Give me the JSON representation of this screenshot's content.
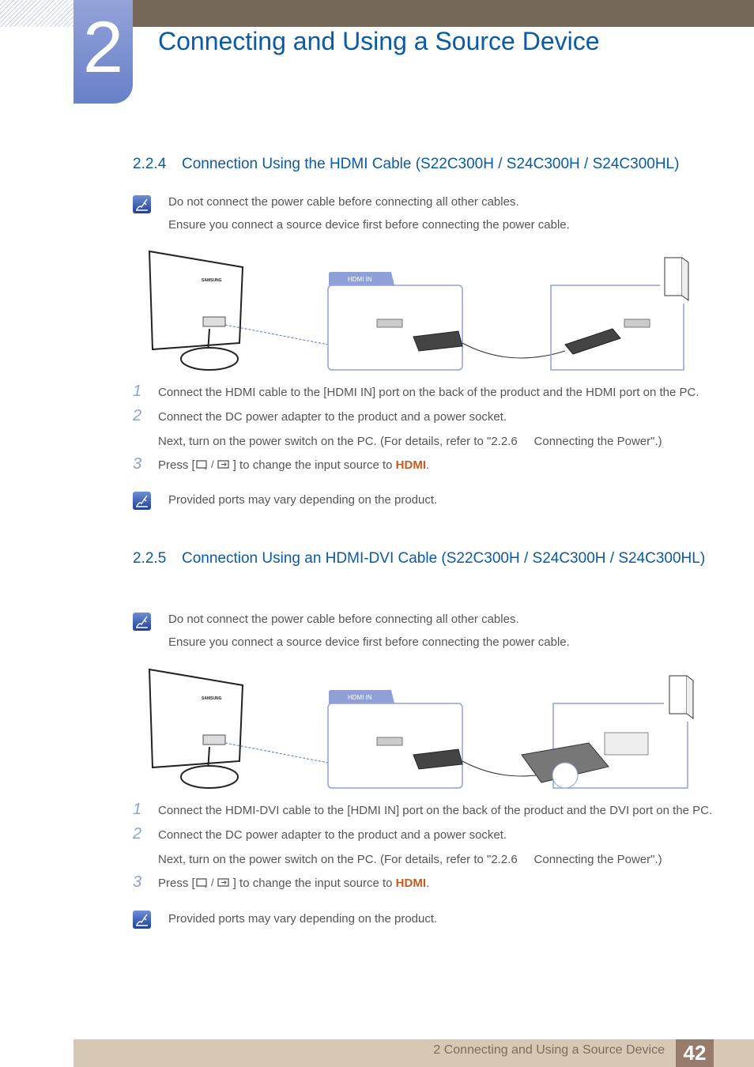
{
  "chapter": {
    "number": "2",
    "title": "Connecting and Using a Source Device"
  },
  "sections": [
    {
      "number": "2.2.4",
      "title": "Connection Using the HDMI Cable (S22C300H / S24C300H / S24C300HL)",
      "notes": [
        "Do not connect the power cable before connecting all other cables.",
        "Ensure you connect a source device first before connecting the power cable."
      ],
      "diagram": {
        "port_label": "HDMI IN",
        "brand": "SAMSUNG"
      },
      "steps": [
        {
          "n": "1",
          "text": "Connect the HDMI cable to the [HDMI IN] port on the back of the product and the HDMI port on the PC."
        },
        {
          "n": "2",
          "text": "Connect the DC power adapter to the product and a power socket.",
          "sub": "Next, turn on the power switch on the PC. (For details, refer to \"2.2.6     Connecting the Power\".)"
        },
        {
          "n": "3",
          "pre": "Press [",
          "post": "] to change the input source to ",
          "hl": "HDMI",
          "end": "."
        }
      ],
      "tip": "Provided ports may vary depending on the product."
    },
    {
      "number": "2.2.5",
      "title": "Connection Using an HDMI-DVI Cable (S22C300H / S24C300H / S24C300HL)",
      "notes": [
        "Do not connect the power cable before connecting all other cables.",
        "Ensure you connect a source device first before connecting the power cable."
      ],
      "diagram": {
        "port_label": "HDMI IN",
        "brand": "SAMSUNG"
      },
      "steps": [
        {
          "n": "1",
          "text": "Connect the HDMI-DVI cable to the [HDMI IN] port on the back of the product and the DVI port on the PC."
        },
        {
          "n": "2",
          "text": "Connect the DC power adapter to the product and a power socket.",
          "sub": "Next, turn on the power switch on the PC. (For details, refer to \"2.2.6     Connecting the Power\".)"
        },
        {
          "n": "3",
          "pre": "Press [",
          "post": "] to change the input source to ",
          "hl": "HDMI",
          "end": "."
        }
      ],
      "tip": "Provided ports may vary depending on the product."
    }
  ],
  "footer": {
    "text": "2 Connecting and Using a Source Device",
    "page": "42"
  },
  "colors": {
    "heading": "#0b5aa8",
    "highlight": "#c85a1e",
    "topbar": "#756858",
    "footer": "#d6c8b2"
  }
}
